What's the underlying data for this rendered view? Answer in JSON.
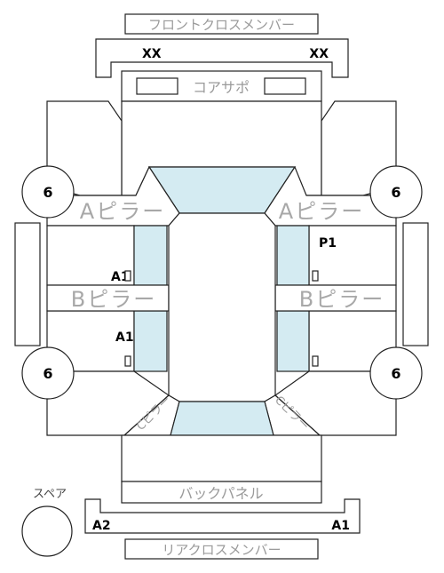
{
  "labels": {
    "front_cross_member": "フロントクロスメンバー",
    "core_support": "コアサポ",
    "a_pillar_left": "Aピラー",
    "a_pillar_right": "Aピラー",
    "b_pillar_left": "Bピラー",
    "b_pillar_right": "Bピラー",
    "back_panel": "バックパネル",
    "rear_cross_member": "リアクロスメンバー",
    "spare": "スペア",
    "c_pillar_left": "Cピラー",
    "c_pillar_right": "Cピラー"
  },
  "codes": {
    "front_left": "XX",
    "front_right": "XX",
    "right_front_door": "P1",
    "left_front_door": "A1",
    "left_rear_door": "A1",
    "rear_left": "A2",
    "rear_right": "A1"
  },
  "tires": {
    "front_left": "6",
    "front_right": "6",
    "rear_left": "6",
    "rear_right": "6"
  }
}
